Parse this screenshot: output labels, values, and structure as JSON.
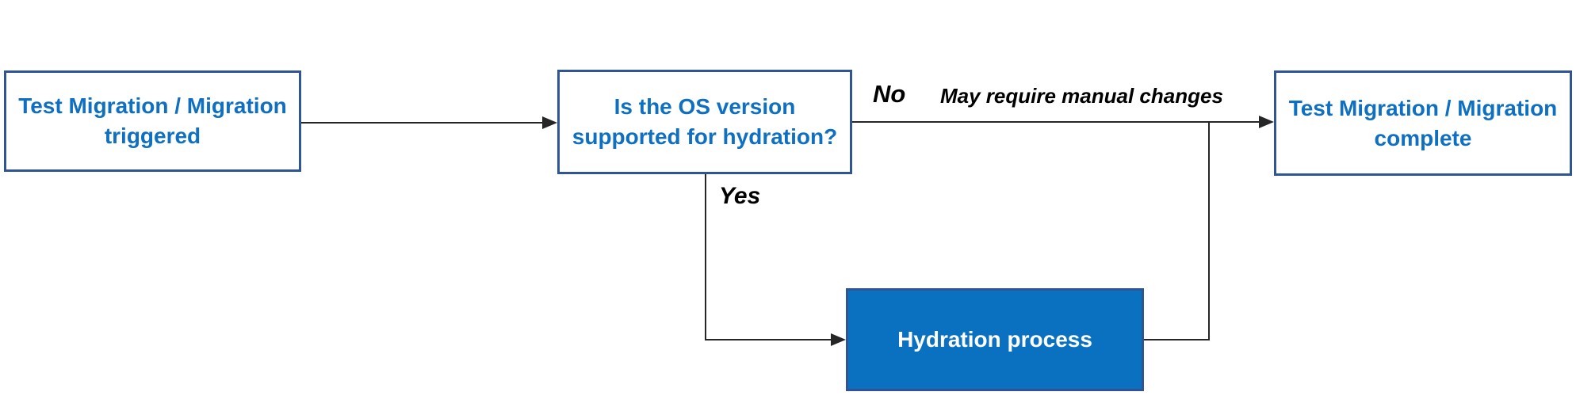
{
  "colors": {
    "canvas_bg": "#ffffff",
    "box_border": "#2f5597",
    "box_text": "#0f70c2",
    "process_fill": "#0a70c0",
    "process_text": "#ffffff",
    "connector": "#262626",
    "label_text": "#000000"
  },
  "nodes": {
    "start": {
      "lines": [
        "Test Migration / Migration",
        "triggered"
      ]
    },
    "decision": {
      "lines": [
        "Is the OS version",
        "supported for hydration?"
      ]
    },
    "process": {
      "lines": [
        "Hydration process"
      ]
    },
    "end": {
      "lines": [
        "Test Migration / Migration",
        "complete"
      ]
    }
  },
  "edges": {
    "no": {
      "label": "No"
    },
    "note": {
      "label": "May require manual changes"
    },
    "yes": {
      "label": "Yes"
    }
  }
}
